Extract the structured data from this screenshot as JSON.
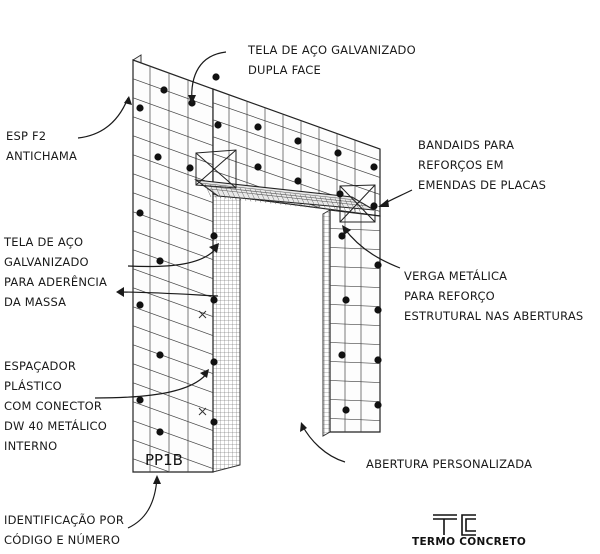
{
  "labels": {
    "tela_dupla_face": [
      "TELA DE AÇO GALVANIZADO",
      "DUPLA FACE"
    ],
    "esp_f2": [
      "ESP F2",
      "ANTICHAMA"
    ],
    "bandaids": [
      "BANDAIDS PARA",
      "REFORÇOS EM",
      "EMENDAS DE PLACAS"
    ],
    "tela_aderencia": [
      "TELA DE AÇO",
      "GALVANIZADO",
      "PARA ADERÊNCIA",
      "DA MASSA"
    ],
    "verga": [
      "VERGA METÁLICA",
      "PARA REFORÇO",
      "ESTRUTURAL NAS ABERTURAS"
    ],
    "espacador": [
      "ESPAÇADOR",
      "PLÁSTICO",
      "COM CONECTOR",
      "DW 40 METÁLICO",
      "INTERNO"
    ],
    "abertura": [
      "ABERTURA PERSONALIZADA"
    ],
    "identificacao": [
      "IDENTIFICAÇÃO POR",
      "CÓDIGO E NÚMERO"
    ]
  },
  "panel_code": "PP1B",
  "brand": {
    "name": "TERMO CONCRETO",
    "logo_icon": "tc-monogram-icon"
  },
  "colors": {
    "ink": "#1a1a1a",
    "panel_face": "#fdfdfd",
    "grid_line": "#444444",
    "background": "#ffffff"
  }
}
